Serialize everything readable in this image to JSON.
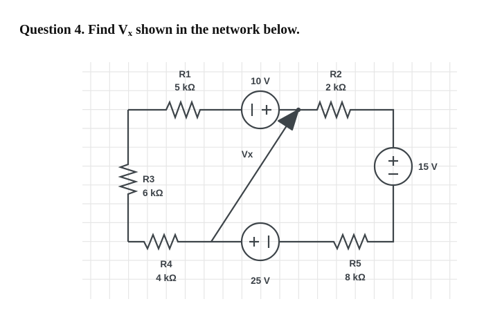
{
  "question": {
    "prefix": "Question 4. Find V",
    "subscript": "x",
    "suffix": " shown in the network below."
  },
  "components": {
    "R1": {
      "name": "R1",
      "value": "5 kΩ"
    },
    "R2": {
      "name": "R2",
      "value": "2 kΩ"
    },
    "R3": {
      "name": "R3",
      "value": "6 kΩ"
    },
    "R4": {
      "name": "R4",
      "value": "4 kΩ"
    },
    "R5": {
      "name": "R5",
      "value": "8 kΩ"
    },
    "V1": {
      "value": "10 V",
      "polarity": "| +"
    },
    "V2": {
      "value": "15 V",
      "polarity": "+ / −"
    },
    "V3": {
      "value": "25 V",
      "polarity": "+ |"
    },
    "Vx": {
      "label": "Vx"
    }
  },
  "colors": {
    "wire": "#3d4449",
    "grid": "#e6e6e6",
    "text": "#3a4046"
  }
}
